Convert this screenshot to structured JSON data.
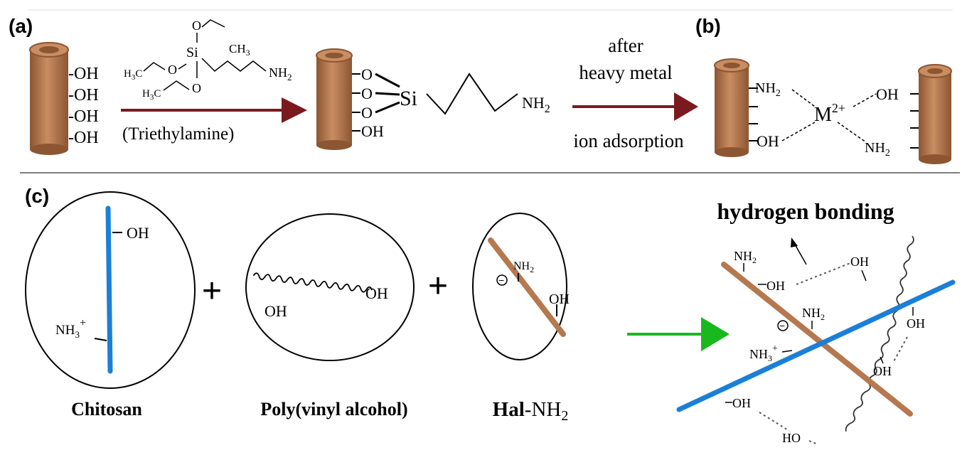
{
  "panel_labels": {
    "a": "(a)",
    "b": "(b)",
    "c": "(c)"
  },
  "panel_a": {
    "tube_groups": [
      "-OH",
      "-OH",
      "-OH",
      "-OH"
    ],
    "reagent": {
      "si": "Si",
      "o": "O",
      "ch3": "CH",
      "ch3_sub": "3",
      "h3c_sub": "3",
      "h3c_h": "H",
      "h3c_c": "C",
      "nh": "NH",
      "nh_sub": "2"
    },
    "catalyst": "(Triethylamine)",
    "product": {
      "o": "O",
      "si": "Si",
      "oh": "OH",
      "nh": "NH",
      "nh_sub": "2"
    },
    "step2_label": [
      "after",
      "heavy metal",
      "ion adsorption"
    ]
  },
  "panel_b": {
    "left_groups": [
      "NH",
      "OH"
    ],
    "right_groups": [
      "OH",
      "NH"
    ],
    "sub": "2",
    "metal": "M",
    "metal_charge": "2+"
  },
  "panel_c": {
    "components": [
      {
        "name": "Chitosan",
        "groups": [
          "OH",
          "NH",
          "3",
          "+"
        ]
      },
      {
        "name": "Poly(vinyl alcohol)",
        "groups": [
          "OH",
          "OH"
        ]
      },
      {
        "name": "Hal",
        "name_suffix": "-NH",
        "name_sub": "2",
        "groups": [
          "NH",
          "2",
          "OH",
          "−"
        ]
      }
    ],
    "plus": "+",
    "result_title": "hydrogen bonding",
    "result_groups": [
      "NH",
      "2",
      "OH",
      "OH",
      "NH",
      "2",
      "OH",
      "NH",
      "3",
      "+",
      "OH",
      "−",
      "OH",
      "HO"
    ]
  },
  "colors": {
    "tube": "#b5784f",
    "tube_dark": "#8c5632",
    "arrow_red": "#7a1a1e",
    "arrow_green": "#19b81f",
    "chitosan_blue": "#1a7fd8",
    "line": "#000000"
  }
}
